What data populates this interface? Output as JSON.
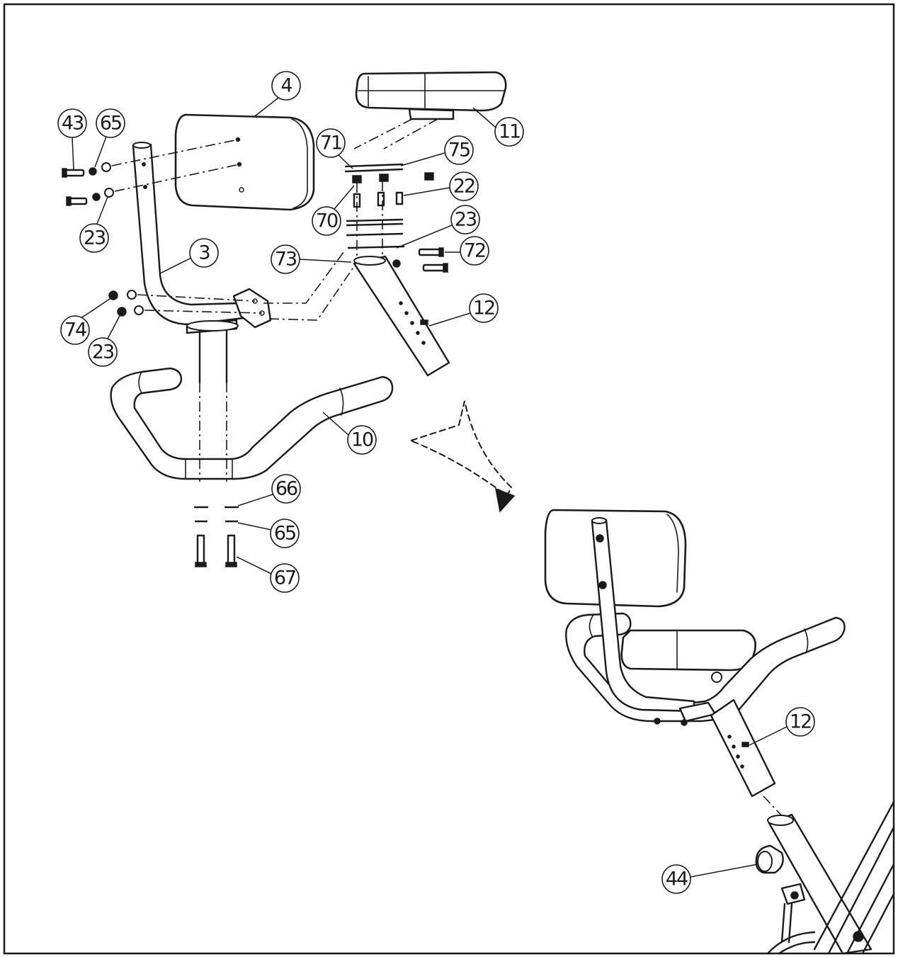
{
  "colors": {
    "line": "#1a1a1a",
    "background": "#ffffff"
  },
  "callouts": {
    "p4": "4",
    "p43": "43",
    "p65_top": "65",
    "p23_top": "23",
    "p3": "3",
    "p74": "74",
    "p23_lower": "23",
    "p71": "71",
    "p75": "75",
    "p11": "11",
    "p22": "22",
    "p70": "70",
    "p23_right": "23",
    "p72": "72",
    "p73": "73",
    "p12_exploded": "12",
    "p10": "10",
    "p66": "66",
    "p65_bottom": "65",
    "p67": "67",
    "p12_assembled": "12",
    "p44": "44"
  }
}
